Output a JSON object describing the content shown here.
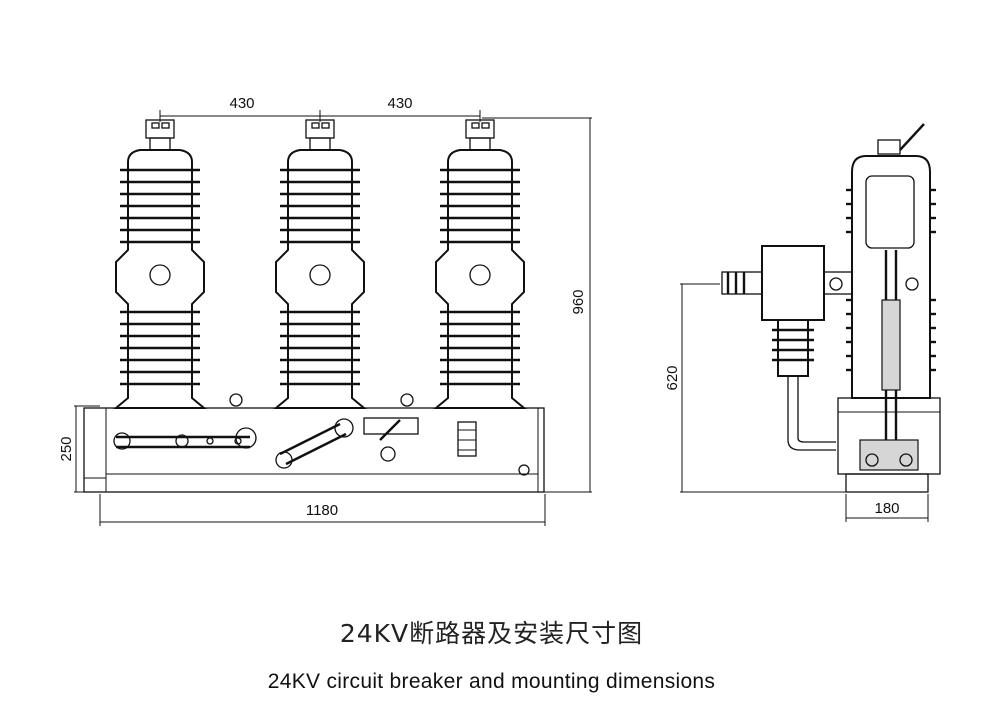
{
  "dimensions": {
    "spacing_left": "430",
    "spacing_right": "430",
    "height_total": "960",
    "height_base": "250",
    "width_total": "1180",
    "height_side": "620",
    "width_side": "180"
  },
  "caption": {
    "chinese": "24KV断路器及安装尺寸图",
    "english": "24KV circuit breaker and mounting dimensions"
  }
}
